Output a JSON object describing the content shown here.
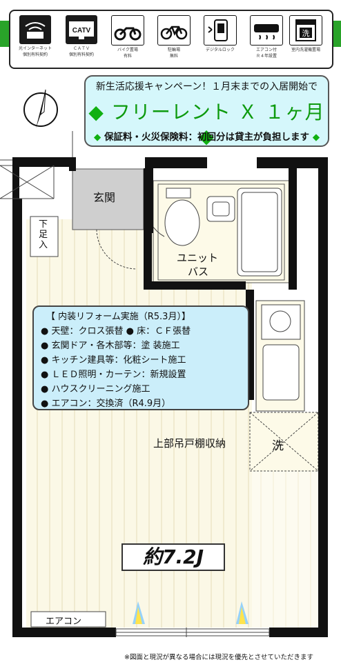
{
  "amenities": [
    {
      "icon": "internet-icon",
      "line1": "光インターネット",
      "line2": "個別有料契約"
    },
    {
      "icon": "catv-icon",
      "badge": "CATV",
      "line1": "ＣＡＴＶ",
      "line2": "個別有料契約"
    },
    {
      "icon": "motorcycle-icon",
      "line1": "バイク置場",
      "line2": "有料"
    },
    {
      "icon": "bicycle-icon",
      "line1": "駐輪場",
      "line2": "無料"
    },
    {
      "icon": "digital-lock-icon",
      "line1": "デジタルロック",
      "line2": ""
    },
    {
      "icon": "air-conditioner-icon",
      "line1": "エアコン付",
      "line2": "Ｒ４年設置"
    },
    {
      "icon": "washer-icon",
      "badge": "洗",
      "line1": "室内洗濯機置場",
      "line2": ""
    }
  ],
  "banner": {
    "line1": "新生活応援キャンペーン！１月末までの入居開始で",
    "line2": "フリーレント Ｘ １ヶ月",
    "line3": "保証料・火災保険料：初回分は貸主が負担します"
  },
  "rooms": {
    "entrance": "玄関",
    "shoe_box": "下足入",
    "unit_bath_1": "ユニット",
    "unit_bath_2": "バス",
    "storage": "上部吊戸棚収納",
    "washer": "洗",
    "main_room": "約7.2J",
    "aircon": "エアコン"
  },
  "info": {
    "title": "【 内装リフォーム実施（R5.3月）】",
    "items": [
      "● 天壁：クロス張替 ● 床：ＣＦ張替",
      "● 玄関ドア・各木部等：塗 装施工",
      "● キッチン建具等：化粧シート施工",
      "● ＬＥＤ照明・カーテン：新規設置",
      "● ハウスクリーニング施工",
      "● エアコン：交換済（R4.9月）"
    ]
  },
  "footnote": "※図面と現況が異なる場合には現況を優先とさせていただきます",
  "colors": {
    "green": "#29a329",
    "banner_bg": "#d5f7fb",
    "info_bg": "#cbeefa",
    "floor": "#fbf8e6",
    "wall": "#111111"
  }
}
